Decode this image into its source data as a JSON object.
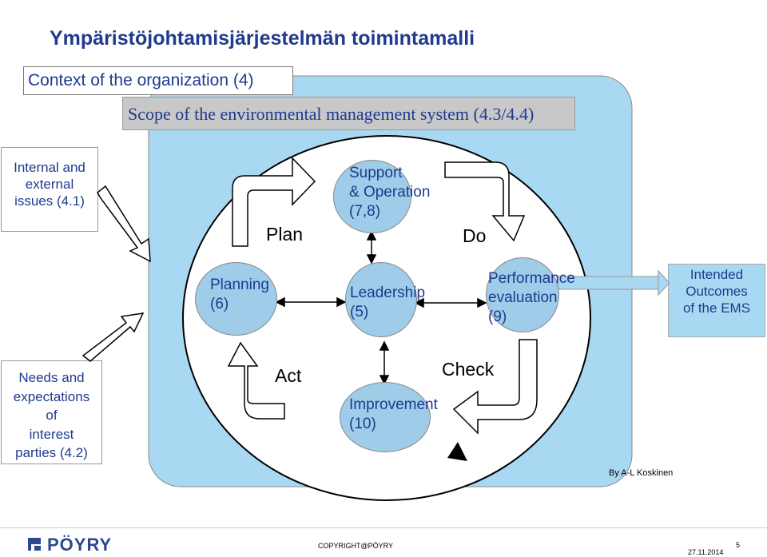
{
  "title": "Ympäristöjohtamisjärjestelmän toimintamalli",
  "context_box": "Context of the organization (4)",
  "scope_box": "Scope of the environmental management system (4.3/4.4)",
  "internal_issues": [
    "Internal and",
    "external",
    "issues (4.1)"
  ],
  "needs_expectations": [
    "Needs and",
    "expectations",
    "of",
    "interest",
    "parties (4.2)"
  ],
  "intended_outcomes": [
    "Intended",
    "Outcomes",
    "of the EMS"
  ],
  "pdca": {
    "plan": "Plan",
    "do": "Do",
    "check": "Check",
    "act": "Act"
  },
  "circles": {
    "support": [
      "Support",
      "& Operation",
      "(7,8)"
    ],
    "planning": [
      "Planning",
      "(6)"
    ],
    "leadership": [
      "Leadership",
      "(5)"
    ],
    "performance": [
      "Performance",
      "evaluation",
      "(9)"
    ],
    "improvement": [
      "Improvement",
      "(10)"
    ]
  },
  "author": "By A-L Koskinen",
  "footer": {
    "logo": "PÖYRY",
    "copyright": "COPYRIGHT@PÖYRY",
    "page": "5",
    "date": "27.11.2014"
  },
  "colors": {
    "title": "#1f3a8f",
    "panel": "#a9d8f3",
    "circle": "#9fcce8"
  }
}
